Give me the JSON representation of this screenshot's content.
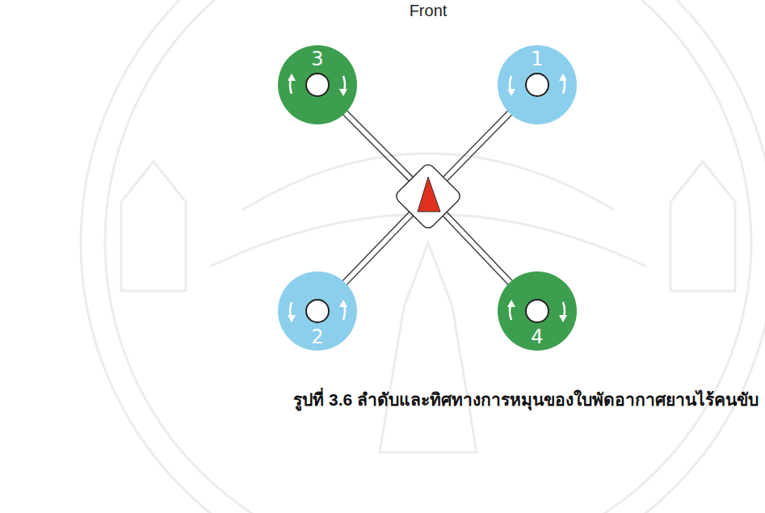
{
  "diagram": {
    "caption": "รูปที่ 3.6 ลำดับและทิศทางการหมุนของใบพัดอากาศยานไร้คนขับ",
    "nodes": [
      {
        "text": [
          "3"
        ]
      },
      {
        "text": [
          "1"
        ]
      },
      {
        "text": [
          "2"
        ]
      },
      {
        "text": [
          "4"
        ]
      }
    ],
    "labels": [
      "Front"
    ]
  }
}
